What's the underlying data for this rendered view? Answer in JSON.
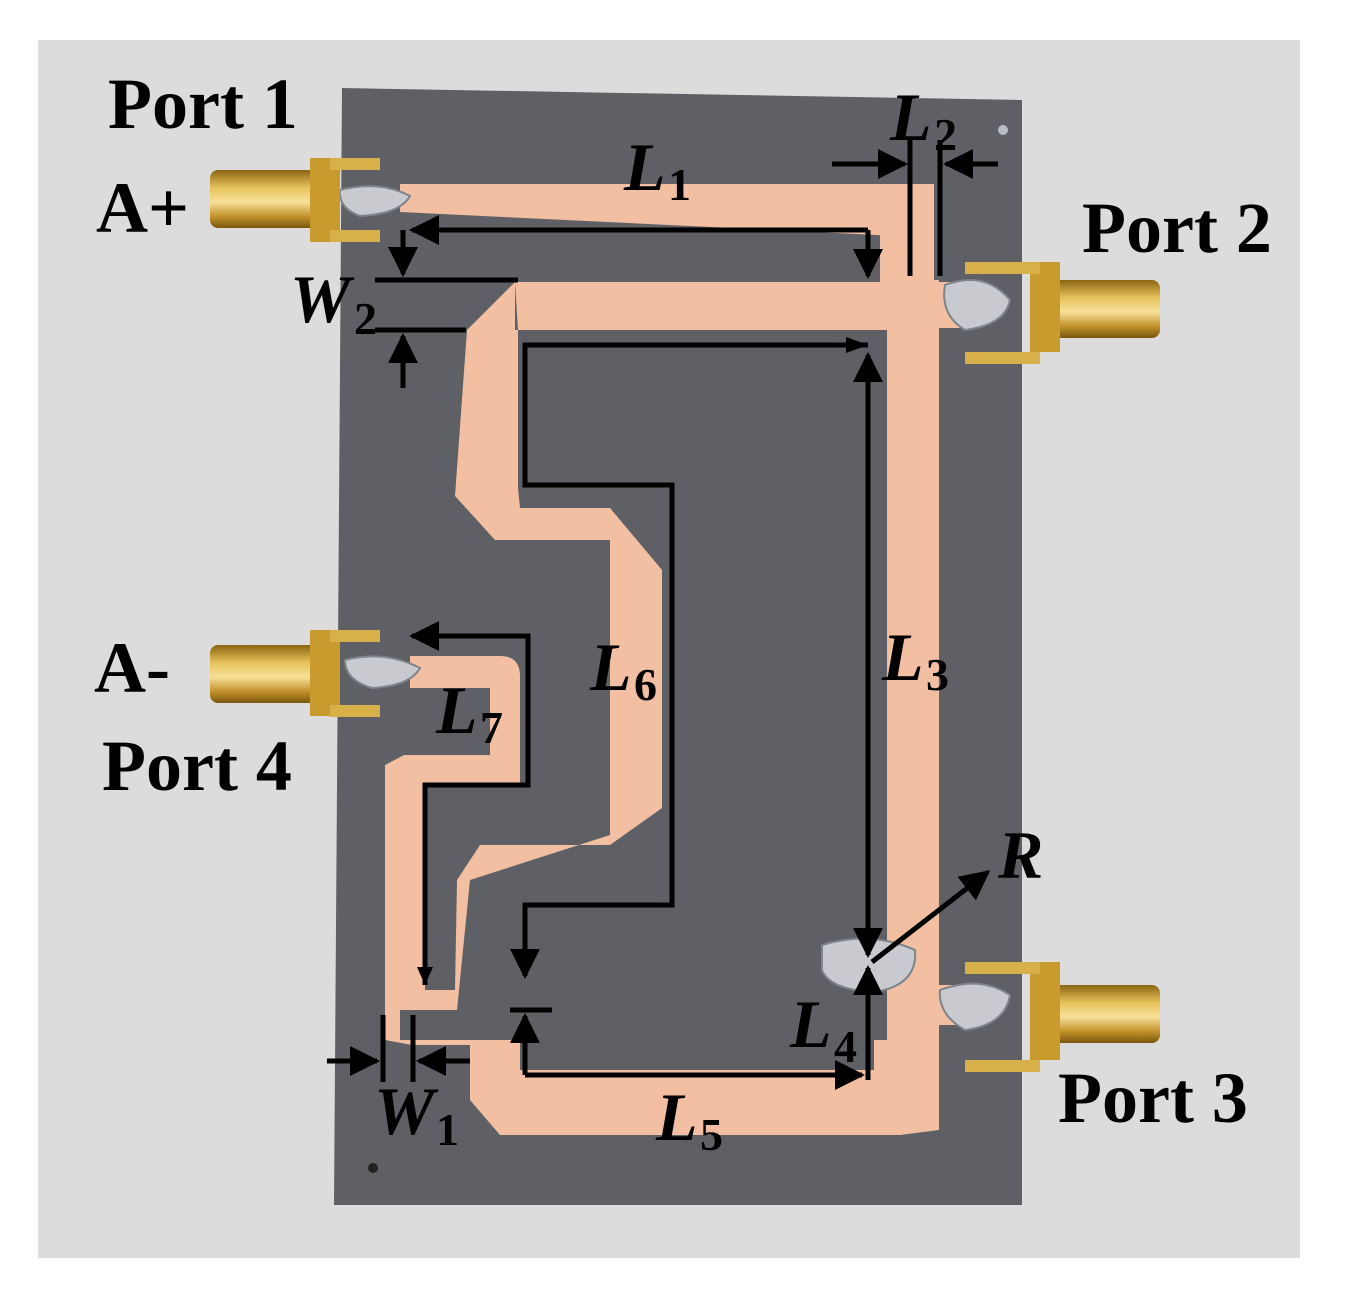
{
  "labels": {
    "port1": "Port 1",
    "a_plus": "A+",
    "port2": "Port 2",
    "port3": "Port 3",
    "port4": "Port 4",
    "a_minus": "A-"
  },
  "dims": {
    "L1": {
      "letter": "L",
      "sub": "1"
    },
    "L2": {
      "letter": "L",
      "sub": "2"
    },
    "L3": {
      "letter": "L",
      "sub": "3"
    },
    "L4": {
      "letter": "L",
      "sub": "4"
    },
    "L5": {
      "letter": "L",
      "sub": "5"
    },
    "L6": {
      "letter": "L",
      "sub": "6"
    },
    "L7": {
      "letter": "L",
      "sub": "7"
    },
    "W1": {
      "letter": "W",
      "sub": "1"
    },
    "W2": {
      "letter": "W",
      "sub": "2"
    },
    "R": {
      "letter": "R"
    }
  },
  "colors": {
    "background": "#dcdcdc",
    "substrate": "#5e6065",
    "copper_trace": "#f2bfa2",
    "connector_gold": "#c99a2e",
    "solder": "#c8cad0",
    "annotation": "#000000"
  }
}
